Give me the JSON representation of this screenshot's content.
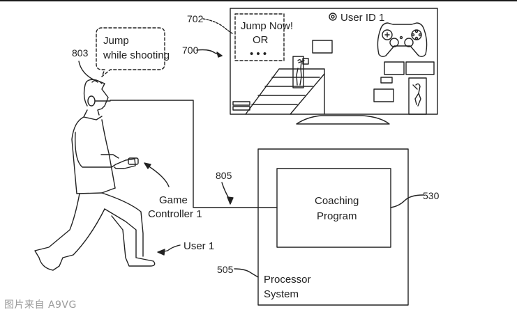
{
  "figure": {
    "display": {
      "ref": "700",
      "hint_ref": "702",
      "hint_lines": [
        "Jump Now!",
        "OR",
        "• • •"
      ],
      "user_id_icon": "target-icon",
      "user_id_label": "User ID 1",
      "controller_icon": "gamepad-icon"
    },
    "user": {
      "speech_lines": [
        "Jump",
        "while shooting"
      ],
      "headset_ref": "803",
      "label": "User 1",
      "controller_label_lines": [
        "Game",
        "Controller 1"
      ]
    },
    "link": {
      "ref": "805"
    },
    "processor": {
      "ref": "505",
      "label_lines": [
        "Processor",
        "System"
      ]
    },
    "coaching": {
      "ref": "530",
      "label_lines": [
        "Coaching",
        "Program"
      ]
    }
  },
  "watermark": "图片来自 A9VG",
  "colors": {
    "ink": "#222222",
    "watermark": "#9a9a9a",
    "background": "#ffffff"
  }
}
